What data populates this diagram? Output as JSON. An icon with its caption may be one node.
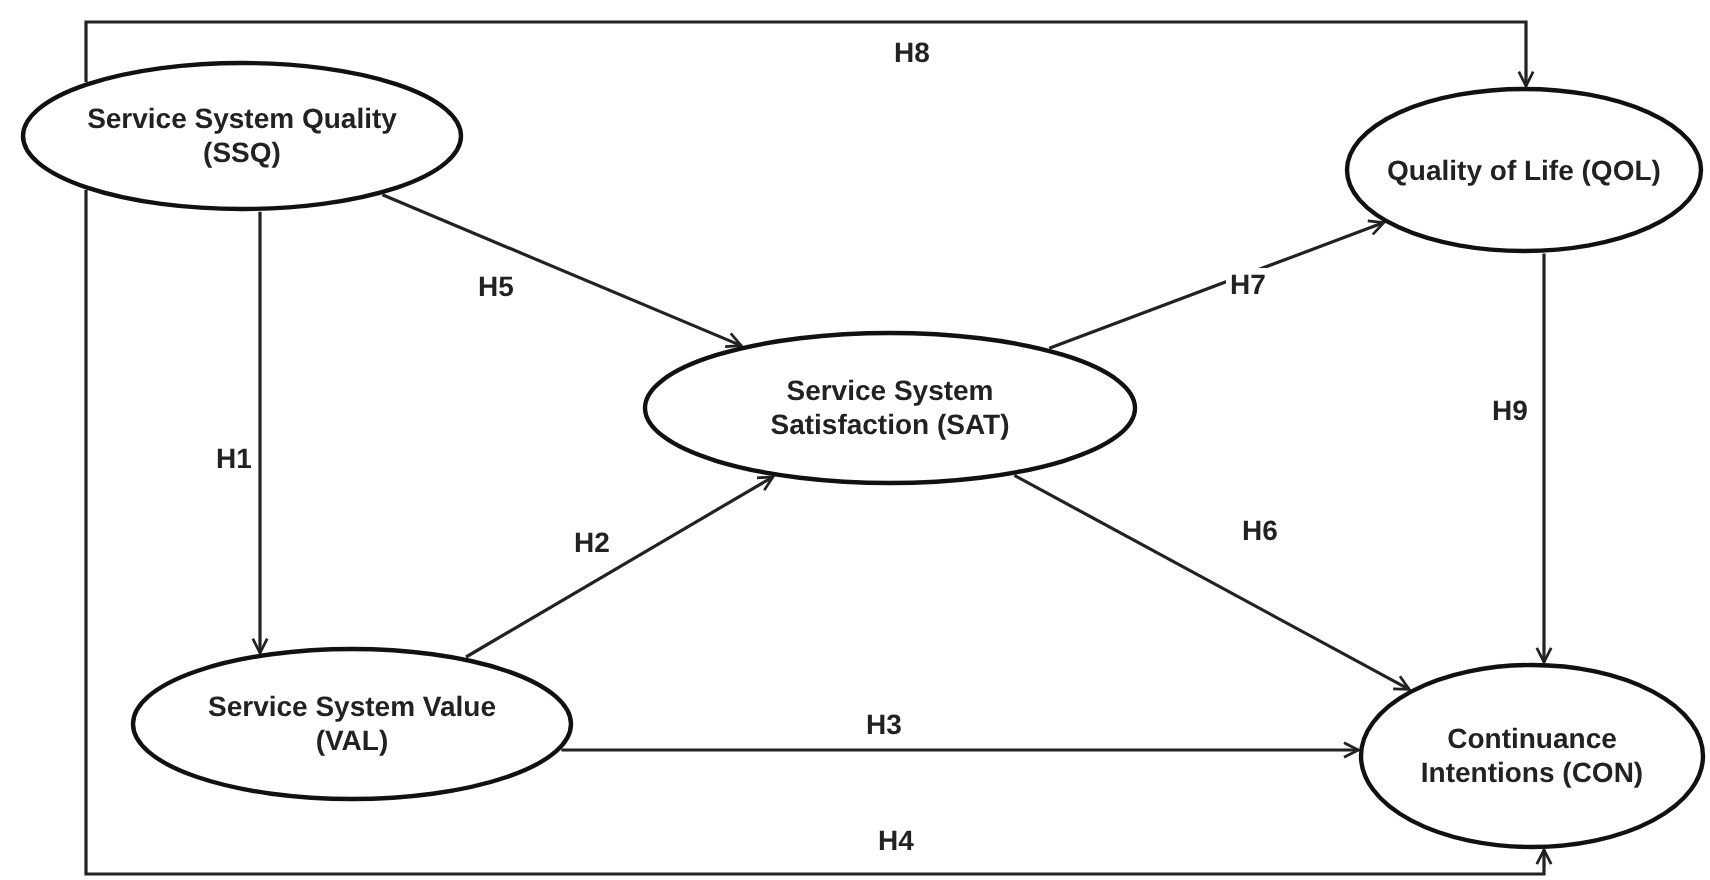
{
  "diagram": {
    "nodes": [
      {
        "text": [
          "Service System Quality (SSQ)"
        ]
      },
      {
        "text": [
          "Quality of Life (QOL)"
        ]
      },
      {
        "text": [
          "Service System Satisfaction (SAT)"
        ]
      },
      {
        "text": [
          "Service System Value (VAL)"
        ]
      },
      {
        "text": [
          "Continuance Intentions (CON)"
        ]
      }
    ],
    "edges": [
      {
        "from": 0,
        "to": 1,
        "arrow": "to",
        "label": "H8"
      },
      {
        "from": 0,
        "to": 2,
        "arrow": "to",
        "label": "H5"
      },
      {
        "from": 0,
        "to": 3,
        "arrow": "to",
        "label": "H1"
      },
      {
        "from": 3,
        "to": 2,
        "arrow": "to",
        "label": "H2"
      },
      {
        "from": 2,
        "to": 1,
        "arrow": "to",
        "label": "H7"
      },
      {
        "from": 1,
        "to": 4,
        "arrow": "to",
        "label": "H9"
      },
      {
        "from": 2,
        "to": 4,
        "arrow": "to",
        "label": "H6"
      },
      {
        "from": 3,
        "to": 4,
        "arrow": "to",
        "label": "H3"
      },
      {
        "from": 0,
        "to": 4,
        "arrow": "to",
        "label": "H4"
      }
    ]
  }
}
